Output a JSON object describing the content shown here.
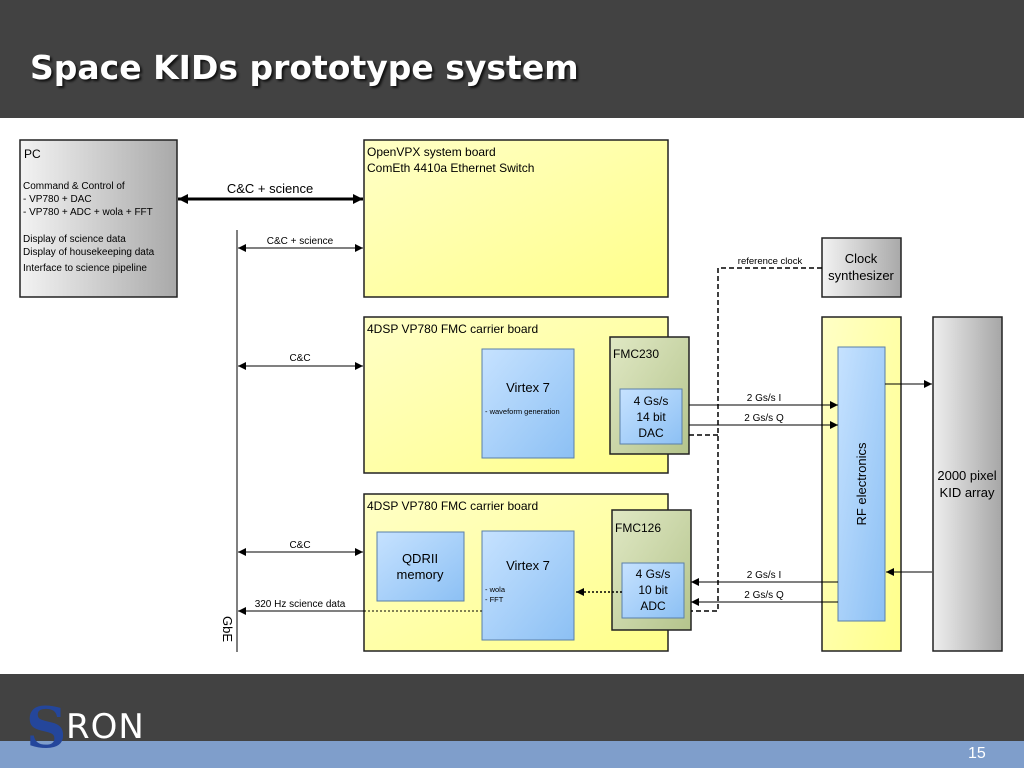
{
  "slide": {
    "title": "Space KIDs prototype system",
    "page_number": "15",
    "logo": {
      "s": "S",
      "ron": "RON"
    }
  },
  "diagram": {
    "pc": {
      "label": "PC",
      "lines": [
        "Command & Control of",
        "- VP780 + DAC",
        "- VP780 + ADC + wola + FFT",
        "Display of science data",
        "Display of housekeeping data",
        "Interface to science pipeline"
      ]
    },
    "openvpx": {
      "line1": "OpenVPX system board",
      "line2": "ComEth 4410a Ethernet Switch"
    },
    "clock": {
      "line1": "Clock",
      "line2": "synthesizer"
    },
    "carrier_top": {
      "label": "4DSP VP780 FMC carrier board",
      "virtex_label": "Virtex 7",
      "virtex_note": "- waveform generation"
    },
    "fmc230": {
      "label": "FMC230",
      "dac_line1": "4 Gs/s",
      "dac_line2": "14 bit",
      "dac_line3": "DAC"
    },
    "carrier_bottom": {
      "label": "4DSP VP780 FMC carrier board",
      "qdr_line1": "QDRII",
      "qdr_line2": "memory",
      "virtex_label": "Virtex 7",
      "virtex_note1": "- wola",
      "virtex_note2": "- FFT"
    },
    "fmc126": {
      "label": "FMC126",
      "adc_line1": "4 Gs/s",
      "adc_line2": "10 bit",
      "adc_line3": "ADC"
    },
    "rf": {
      "label": "RF electronics"
    },
    "kid": {
      "line1": "2000 pixel",
      "line2": "KID array"
    },
    "links": {
      "pc_openvpx": "C&C + science",
      "gbe_openvpx": "C&C + science",
      "gbe_top": "C&C",
      "gbe_bottom": "C&C",
      "science_data": "320 Hz science data",
      "ref_clock": "reference clock",
      "dac_i": "2 Gs/s I",
      "dac_q": "2 Gs/s Q",
      "adc_i": "2 Gs/s I",
      "adc_q": "2 Gs/s Q",
      "gbe": "GbE"
    },
    "colors": {
      "yellow_fill": "#ffff9e",
      "blue_fill": "#a8d0ff",
      "green_fill": "#cdd9a8",
      "grey_fill": "#c4c4c4"
    }
  }
}
